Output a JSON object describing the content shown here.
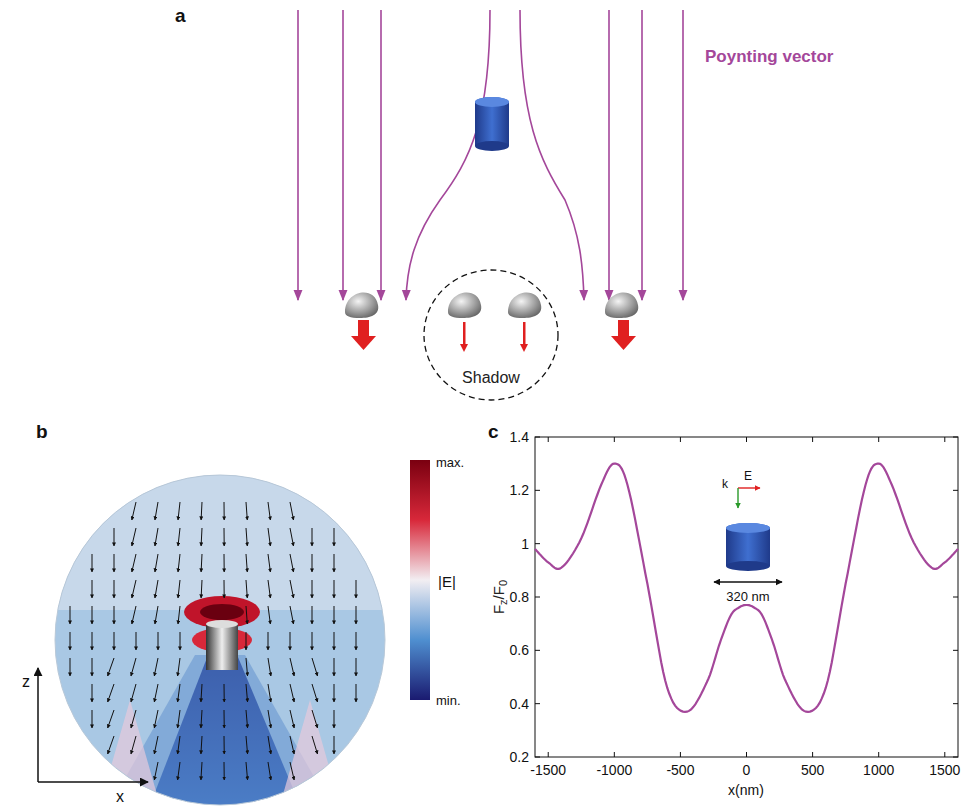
{
  "diagram": {
    "nodes": [
      {
        "text": [
          "Shadow"
        ]
      }
    ],
    "labels": [
      "a",
      "Poynting vector",
      "b",
      "max.",
      "|E|",
      "min.",
      "z",
      "x",
      "c",
      "1.4",
      "1.2",
      "1",
      "0.8",
      "0.6",
      "0.4",
      "0.2",
      "-1500",
      "-1000",
      "-500",
      "0",
      "500",
      "1000",
      "1500",
      "x(nm)",
      "k",
      "E",
      "320 nm",
      "F",
      "z",
      "/F",
      "0"
    ]
  }
}
